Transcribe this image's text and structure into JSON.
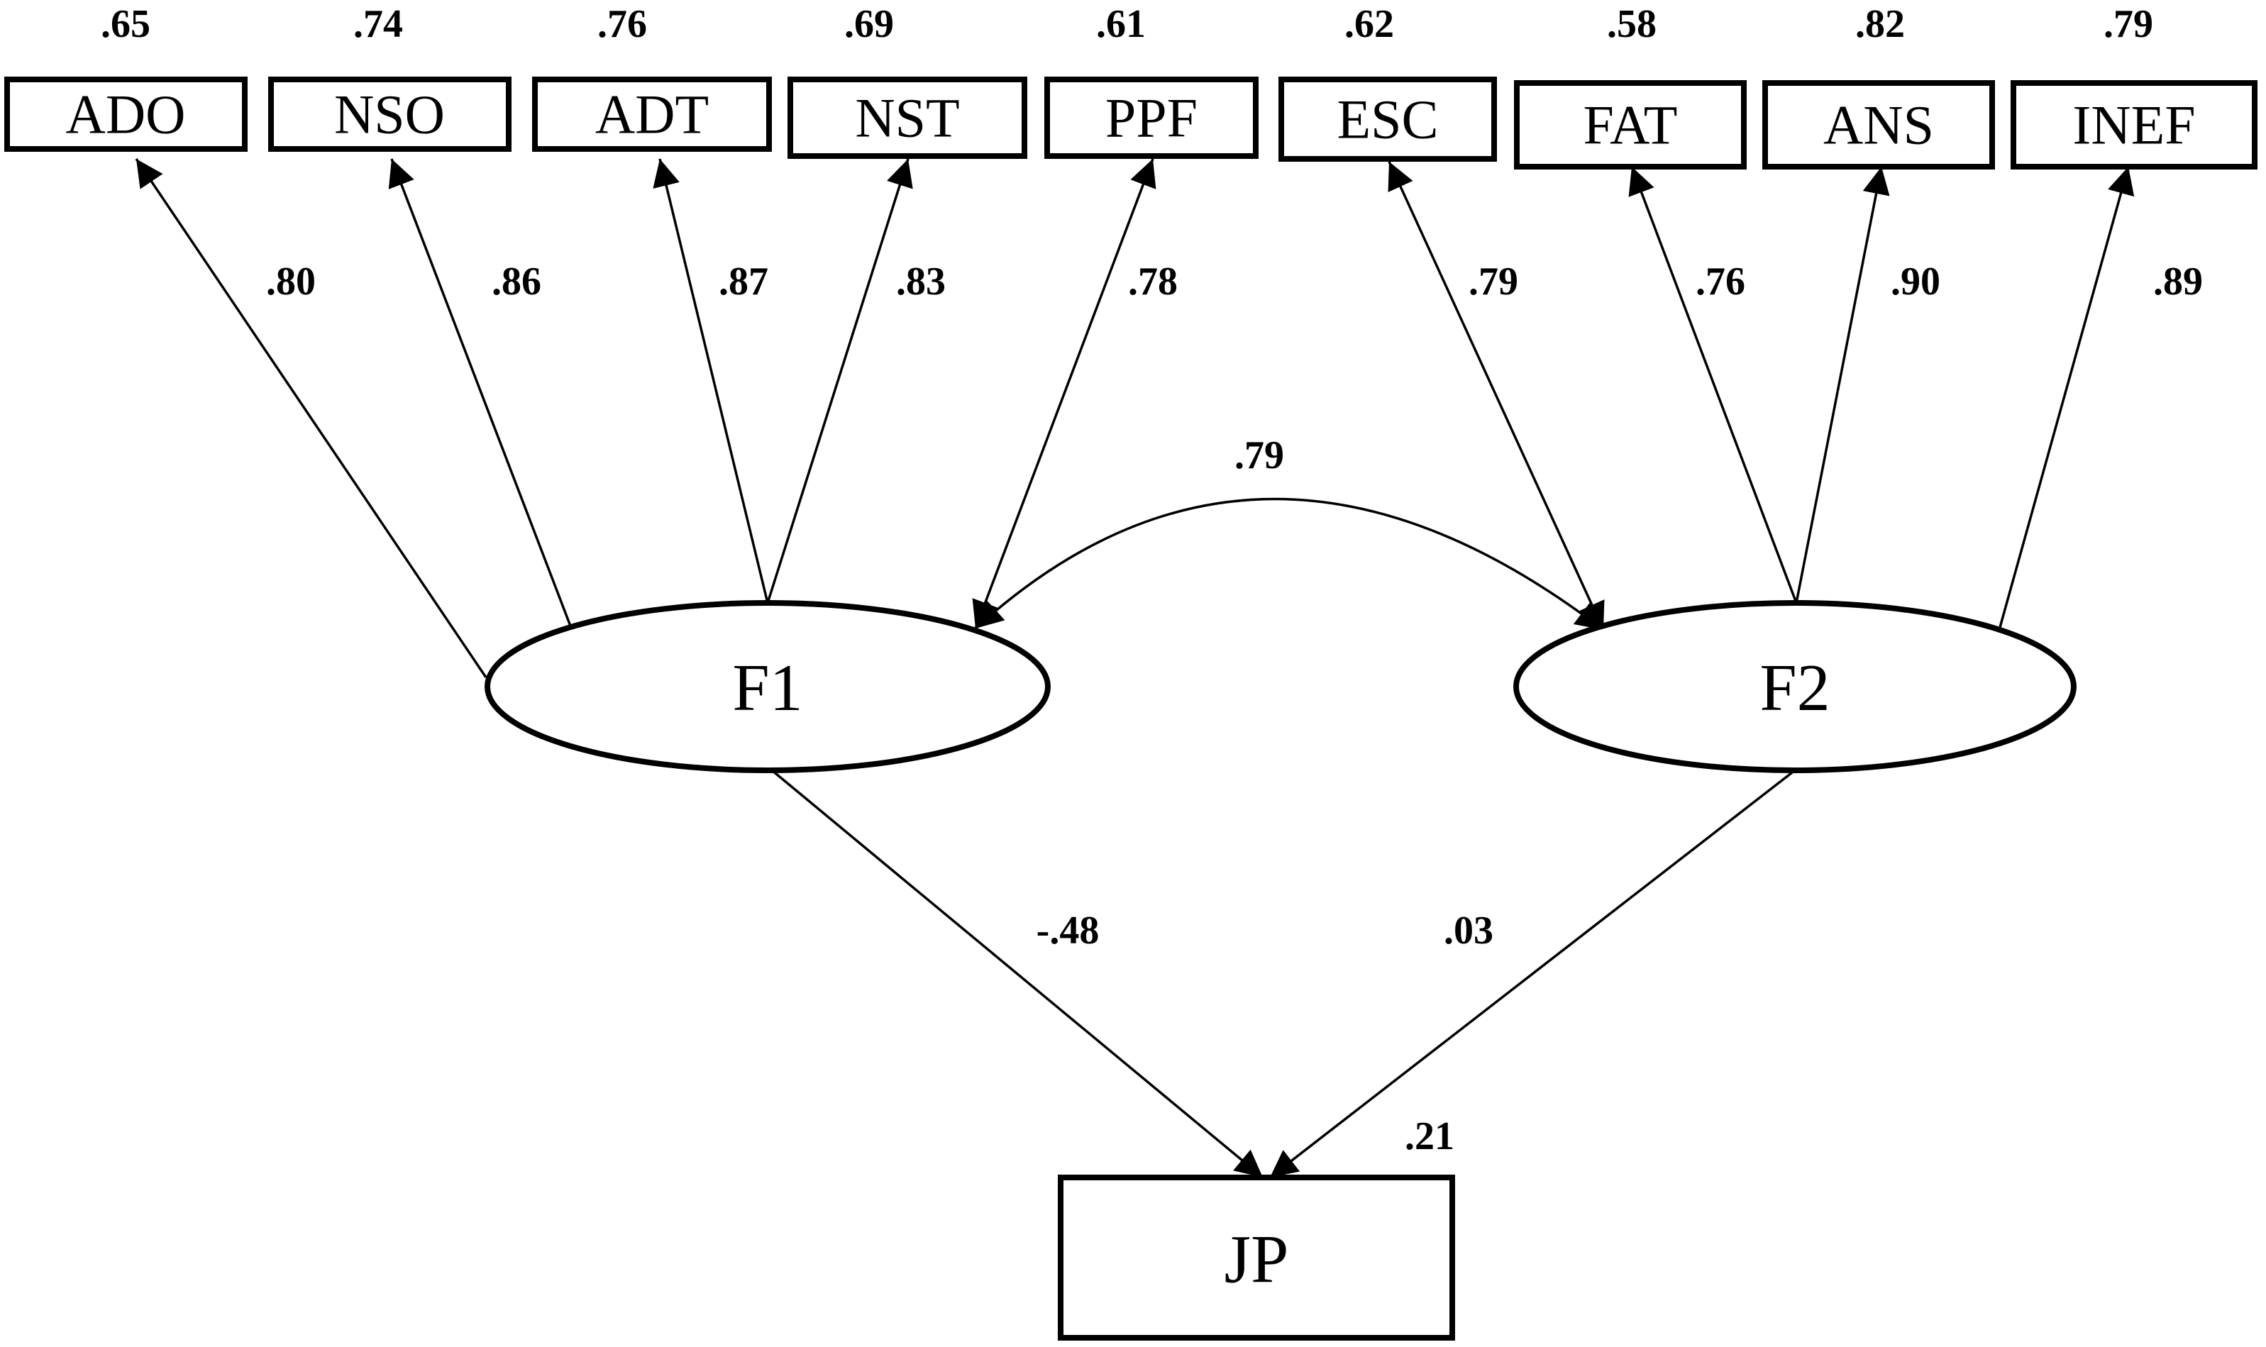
{
  "observed": [
    {
      "id": "ADO",
      "label": "ADO",
      "r2": ".65",
      "loading": ".80"
    },
    {
      "id": "NSO",
      "label": "NSO",
      "r2": ".74",
      "loading": ".86"
    },
    {
      "id": "ADT",
      "label": "ADT",
      "r2": ".76",
      "loading": ".87"
    },
    {
      "id": "NST",
      "label": "NST",
      "r2": ".69",
      "loading": ".83"
    },
    {
      "id": "PPF",
      "label": "PPF",
      "r2": ".61",
      "loading": ".78"
    },
    {
      "id": "ESC",
      "label": "ESC",
      "r2": ".62",
      "loading": ".79"
    },
    {
      "id": "FAT",
      "label": "FAT",
      "r2": ".58",
      "loading": ".76"
    },
    {
      "id": "ANS",
      "label": "ANS",
      "r2": ".82",
      "loading": ".90"
    },
    {
      "id": "INEF",
      "label": "INEF",
      "r2": ".79",
      "loading": ".89"
    }
  ],
  "latent": [
    {
      "id": "F1",
      "label": "F1"
    },
    {
      "id": "F2",
      "label": "F2"
    }
  ],
  "correlation": {
    "between": [
      "F1",
      "F2"
    ],
    "value": ".79"
  },
  "outcome": {
    "id": "JP",
    "label": "JP",
    "r2": ".21"
  },
  "paths": [
    {
      "from": "F1",
      "to": "JP",
      "value": "-.48"
    },
    {
      "from": "F2",
      "to": "JP",
      "value": ".03"
    }
  ]
}
